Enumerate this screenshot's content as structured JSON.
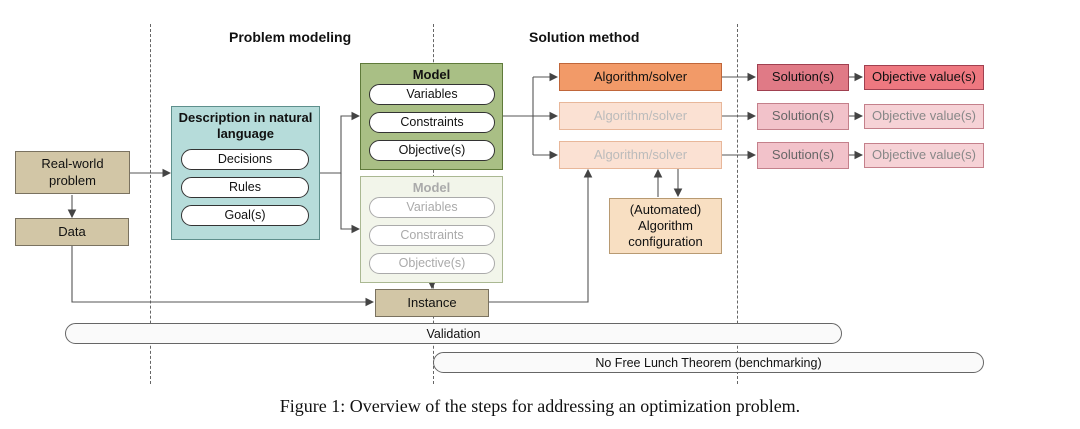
{
  "headers": {
    "problem_modeling": "Problem modeling",
    "solution_method": "Solution method"
  },
  "real_world": {
    "label": "Real-world problem"
  },
  "data_box": {
    "label": "Data"
  },
  "description": {
    "title": "Description in natural language",
    "items": [
      "Decisions",
      "Rules",
      "Goal(s)"
    ]
  },
  "model_main": {
    "title": "Model",
    "items": [
      "Variables",
      "Constraints",
      "Objective(s)"
    ]
  },
  "model_faded": {
    "title": "Model",
    "items": [
      "Variables",
      "Constraints",
      "Objective(s)"
    ]
  },
  "instance": {
    "label": "Instance"
  },
  "solvers": [
    {
      "algorithm": "Algorithm/solver",
      "solution": "Solution(s)",
      "objective": "Objective value(s)"
    },
    {
      "algorithm": "Algorithm/solver",
      "solution": "Solution(s)",
      "objective": "Objective value(s)"
    },
    {
      "algorithm": "Algorithm/solver",
      "solution": "Solution(s)",
      "objective": "Objective value(s)"
    }
  ],
  "automated_config": {
    "label": "(Automated) Algorithm configuration"
  },
  "validation": {
    "label": "Validation"
  },
  "nfl": {
    "label": "No Free Lunch Theorem (benchmarking)"
  },
  "caption": "Figure 1: Overview of the steps for addressing an optimization problem.",
  "colors": {
    "tan": "#d2c6a6",
    "teal": "#b6dcda",
    "model_green": "#a9bf85",
    "model_faded_bg": "#f2f5ea",
    "algo_primary": "#f29a68",
    "algo_faded": "#fbe1d3",
    "solution_primary": "#e07a86",
    "objective_primary": "#ee7880",
    "solution_faded": "#f2c2ca",
    "objective_faded": "#f6d2d6",
    "config": "#f8dfc2"
  }
}
